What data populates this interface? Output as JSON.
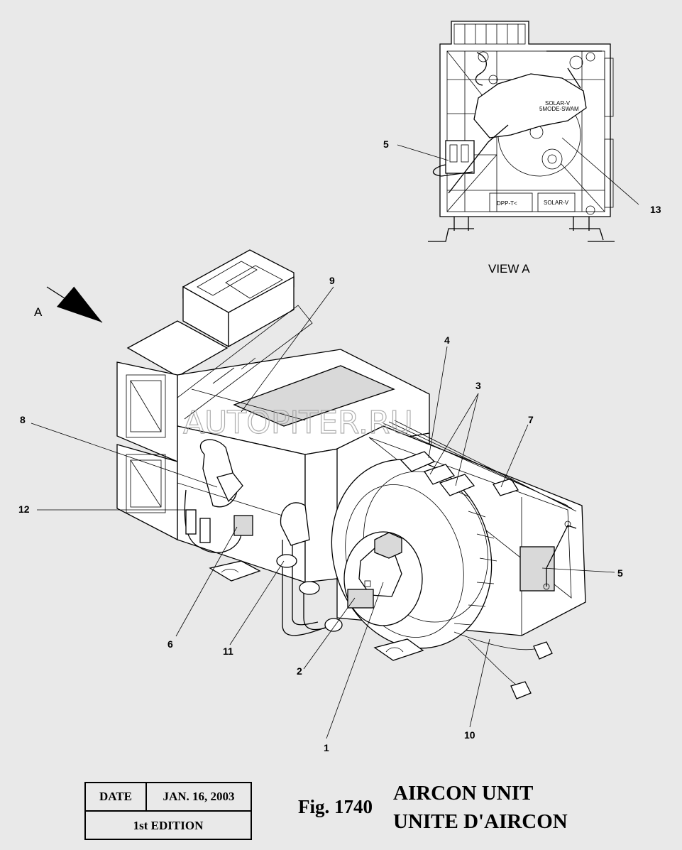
{
  "view_label": "VIEW    A",
  "arrow_label": "A",
  "watermark": "AUTOPITER.RU",
  "inset_labels": {
    "solar_line1": "SOLAR-V",
    "solar_line2": "5MODE-SWAM",
    "panel_left": "DPP-T<",
    "panel_right": "SOLAR-V"
  },
  "callouts": {
    "c1": "1",
    "c2": "2",
    "c3": "3",
    "c4": "4",
    "c5_inset": "5",
    "c5_main": "5",
    "c6": "6",
    "c7": "7",
    "c8": "8",
    "c9": "9",
    "c10": "10",
    "c11": "11",
    "c12": "12",
    "c13": "13"
  },
  "date_box": {
    "label": "DATE",
    "value": "JAN. 16, 2003",
    "edition": "1st EDITION"
  },
  "figure": {
    "number": "Fig. 1740",
    "title_en": "AIRCON UNIT",
    "title_fr": "UNITE D'AIRCON"
  }
}
